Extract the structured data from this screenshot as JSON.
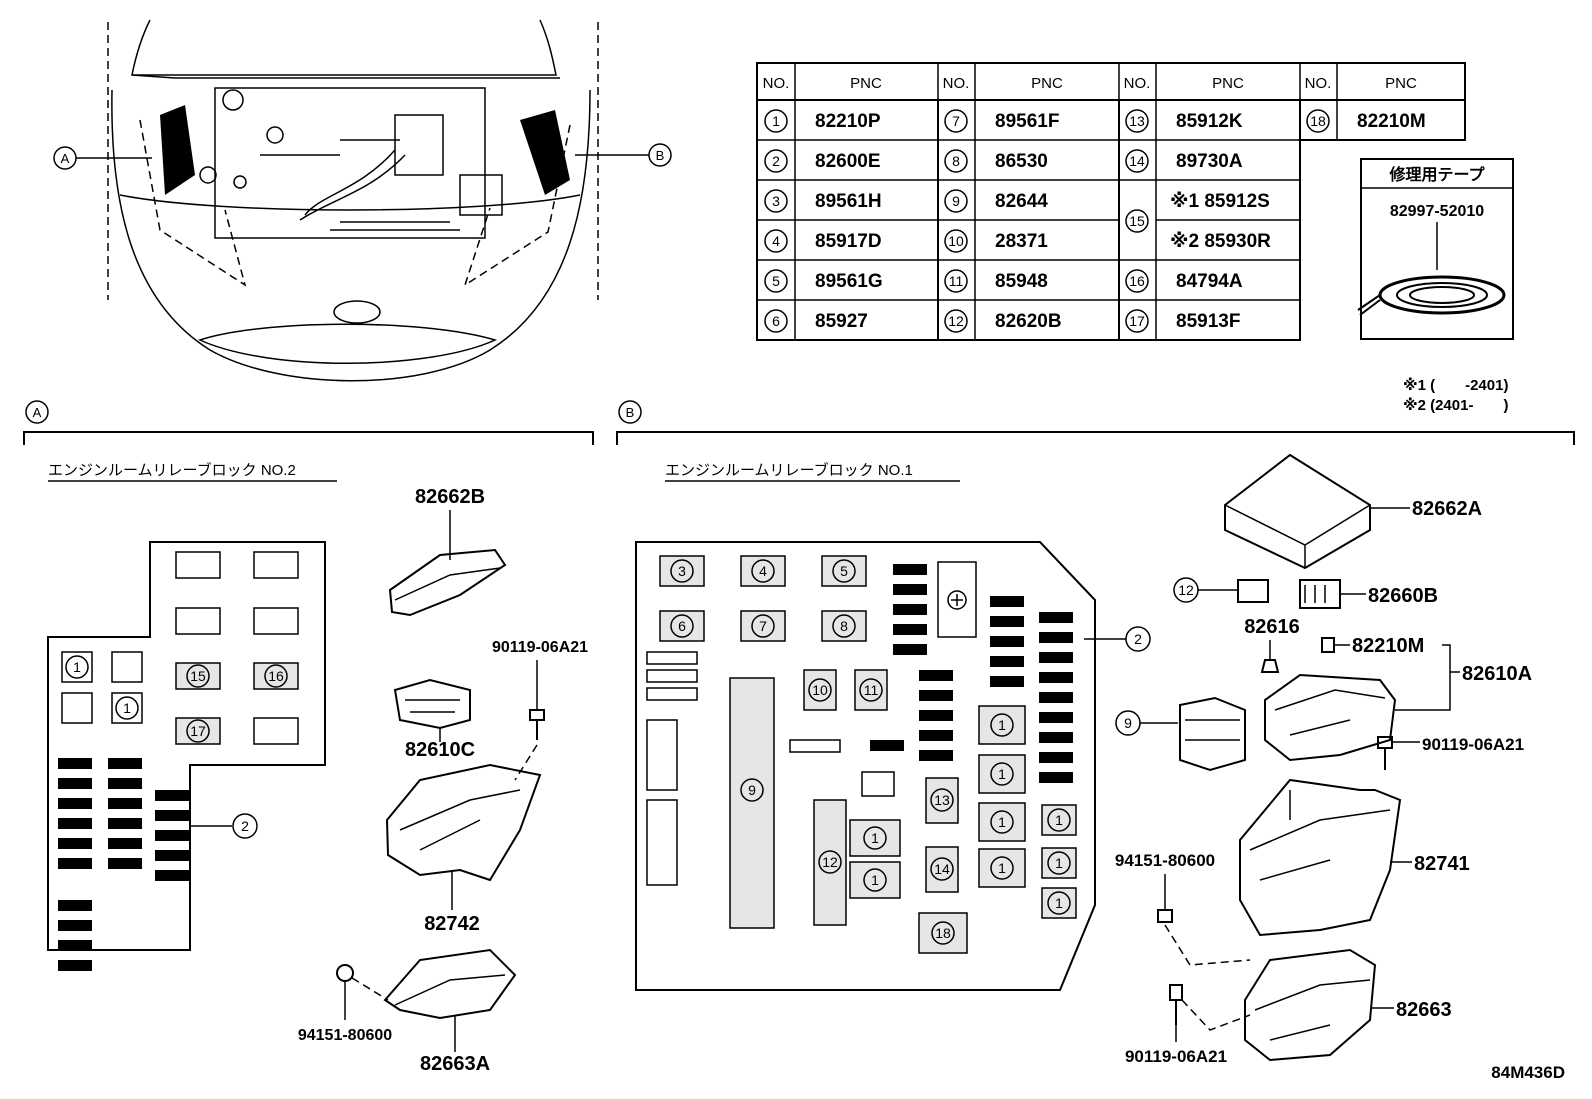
{
  "diagram_code": "84M436D",
  "callouts": {
    "a": "A",
    "b": "B"
  },
  "section_a": {
    "title": "エンジンルームリレーブロック NO.2"
  },
  "section_b": {
    "title": "エンジンルームリレーブロック NO.1"
  },
  "table": {
    "headers": {
      "no": "NO.",
      "pnc": "PNC"
    },
    "rows": [
      {
        "no": "1",
        "pnc": "82210P"
      },
      {
        "no": "2",
        "pnc": "82600E"
      },
      {
        "no": "3",
        "pnc": "89561H"
      },
      {
        "no": "4",
        "pnc": "85917D"
      },
      {
        "no": "5",
        "pnc": "89561G"
      },
      {
        "no": "6",
        "pnc": "85927"
      },
      {
        "no": "7",
        "pnc": "89561F"
      },
      {
        "no": "8",
        "pnc": "86530"
      },
      {
        "no": "9",
        "pnc": "82644"
      },
      {
        "no": "10",
        "pnc": "28371"
      },
      {
        "no": "11",
        "pnc": "85948"
      },
      {
        "no": "12",
        "pnc": "82620B"
      },
      {
        "no": "13",
        "pnc": "85912K"
      },
      {
        "no": "14",
        "pnc": "89730A"
      },
      {
        "no": "15",
        "pnc_a": "※1 85912S",
        "pnc_b": "※2 85930R"
      },
      {
        "no": "16",
        "pnc": "84794A"
      },
      {
        "no": "17",
        "pnc": "85913F"
      },
      {
        "no": "18",
        "pnc": "82210M"
      }
    ]
  },
  "repair_tape": {
    "title": "修理用テープ",
    "part": "82997-52010"
  },
  "notes": {
    "n1": "※1 (　　-2401)",
    "n2": "※2 (2401-　　)"
  },
  "parts_a": {
    "p1": "82662B",
    "p2": "90119-06A21",
    "p3": "82610C",
    "p4": "82742",
    "p5": "94151-80600",
    "p6": "82663A"
  },
  "parts_b": {
    "p1": "82662A",
    "p2": "82660B",
    "p3": "82616",
    "p4": "82210M",
    "p5": "82610A",
    "p6": "90119-06A21",
    "p7": "82741",
    "p8": "94151-80600",
    "p9": "82663",
    "p10": "90119-06A21"
  },
  "block_labels": {
    "b1": "1",
    "b2": "2",
    "b3": "3",
    "b4": "4",
    "b5": "5",
    "b6": "6",
    "b7": "7",
    "b8": "8",
    "b9": "9",
    "b10": "10",
    "b11": "11",
    "b12": "12",
    "b13": "13",
    "b14": "14",
    "b15": "15",
    "b16": "16",
    "b17": "17",
    "b18": "18"
  }
}
